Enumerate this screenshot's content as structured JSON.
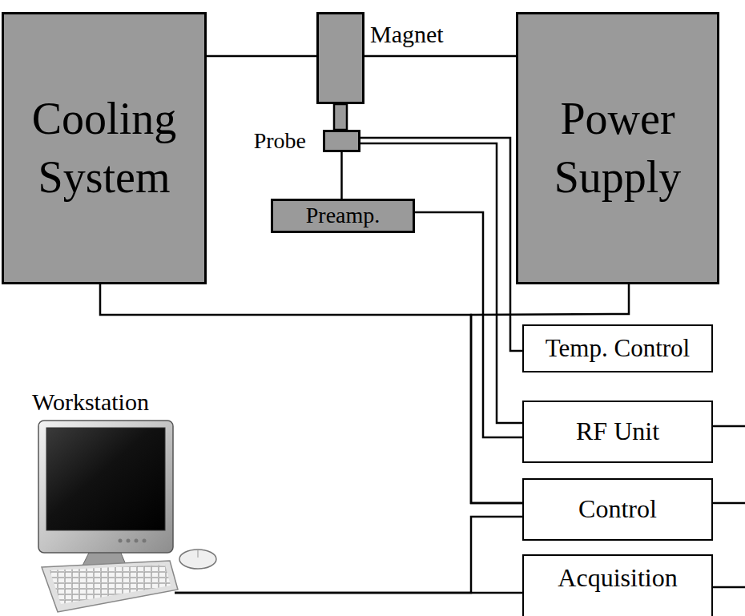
{
  "diagram": {
    "nodes": [
      {
        "text": [
          "Cooling System"
        ]
      },
      {
        "text": [
          "Magnet"
        ]
      },
      {
        "text": [
          "Power Supply"
        ]
      },
      {
        "text": [
          "Probe"
        ]
      },
      {
        "text": [
          "Preamp."
        ]
      },
      {
        "text": [
          "Temp. Control"
        ]
      },
      {
        "text": [
          "Workstation"
        ]
      },
      {
        "text": [
          "RF Unit"
        ]
      },
      {
        "text": [
          "Control"
        ]
      },
      {
        "text": [
          "Acquisition"
        ]
      }
    ],
    "edges": [
      {
        "from": 0,
        "to": 1,
        "arrow": "none"
      },
      {
        "from": 1,
        "to": 2,
        "arrow": "none"
      },
      {
        "from": 3,
        "to": 4,
        "arrow": "none"
      },
      {
        "from": 3,
        "to": 5,
        "arrow": "none"
      },
      {
        "from": 3,
        "to": 7,
        "arrow": "none"
      },
      {
        "from": 4,
        "to": 7,
        "arrow": "none"
      },
      {
        "from": 0,
        "to": 8,
        "arrow": "none"
      },
      {
        "from": 2,
        "to": 8,
        "arrow": "none"
      },
      {
        "from": 6,
        "to": 9,
        "arrow": "none"
      },
      {
        "from": 6,
        "to": 8,
        "arrow": "none"
      }
    ]
  }
}
